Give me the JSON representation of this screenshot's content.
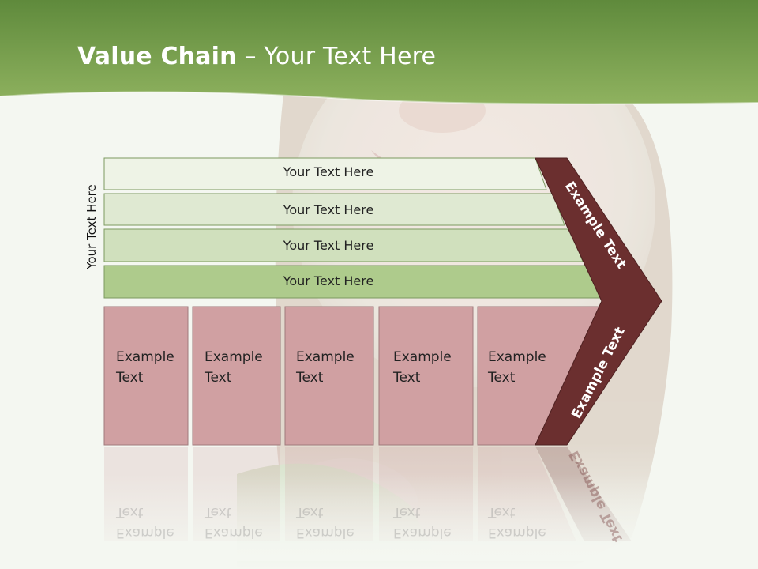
{
  "slide": {
    "title_bold": "Value Chain",
    "title_rest": " – Your Text Here",
    "side_label": "Your Text Here"
  },
  "bars": [
    {
      "label": "Your Text Here"
    },
    {
      "label": "Your Text Here"
    },
    {
      "label": "Your Text Here"
    },
    {
      "label": "Your Text Here"
    }
  ],
  "boxes": [
    {
      "line1": "Example",
      "line2": "Text"
    },
    {
      "line1": "Example",
      "line2": "Text"
    },
    {
      "line1": "Example",
      "line2": "Text"
    },
    {
      "line1": "Example",
      "line2": "Text"
    },
    {
      "line1": "Example",
      "line2": "Text"
    }
  ],
  "chevron": {
    "upper_label": "Example Text",
    "lower_label": "Example Text"
  },
  "colors": {
    "header_green": "#7ea552",
    "bar_fills": [
      "#eef3e6",
      "#dfe9d2",
      "#d0e0bd",
      "#aecb8c"
    ],
    "box_fill": "#d0a0a2",
    "chevron_fill": "#6b2f2f"
  }
}
